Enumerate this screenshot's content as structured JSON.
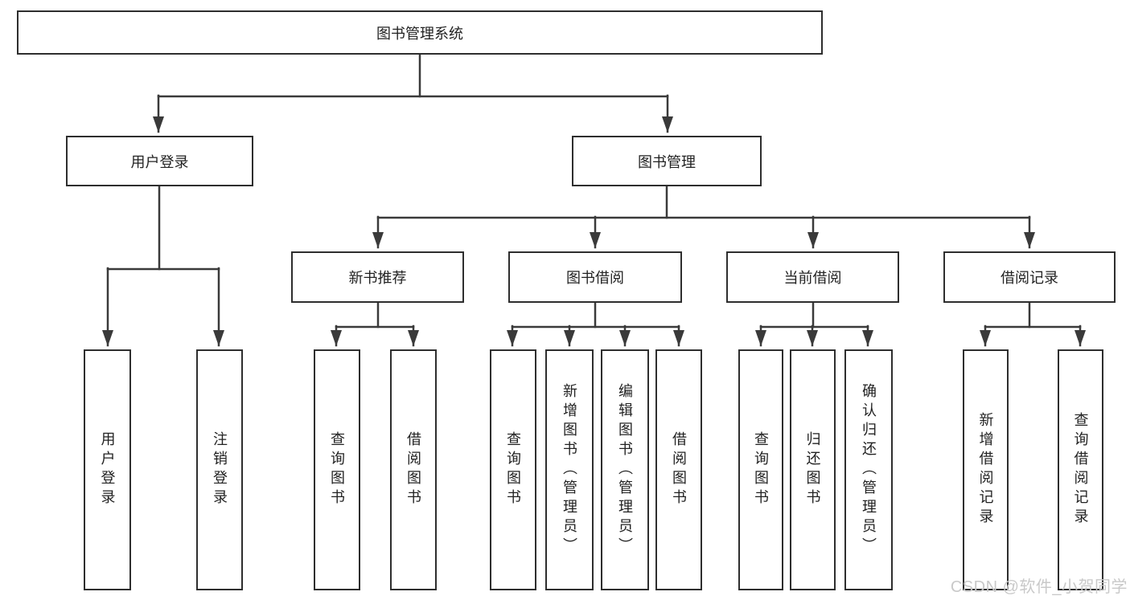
{
  "diagram": {
    "root": {
      "label": "图书管理系统"
    },
    "level2": [
      {
        "label": "用户登录"
      },
      {
        "label": "图书管理"
      }
    ],
    "level3": [
      {
        "label": "新书推荐"
      },
      {
        "label": "图书借阅"
      },
      {
        "label": "当前借阅"
      },
      {
        "label": "借阅记录"
      }
    ],
    "leaves": {
      "user_login": [
        "用户登录",
        "注销登录"
      ],
      "new_book_recommend": [
        "查询图书",
        "借阅图书"
      ],
      "book_borrow": [
        "查询图书",
        "新增图书（管理员）",
        "编辑图书（管理员）",
        "借阅图书"
      ],
      "current_borrow": [
        "查询图书",
        "归还图书",
        "确认归还（管理员）"
      ],
      "borrow_records": [
        "新增借阅记录",
        "查询借阅记录"
      ]
    }
  },
  "watermark": {
    "text": "CSDN @软件_小贺同学"
  },
  "colors": {
    "background": "#ffffff",
    "line": "#3a3a3a",
    "box_border": "#2e2e2e",
    "text": "#222222",
    "watermark": "#c9c9c9"
  }
}
